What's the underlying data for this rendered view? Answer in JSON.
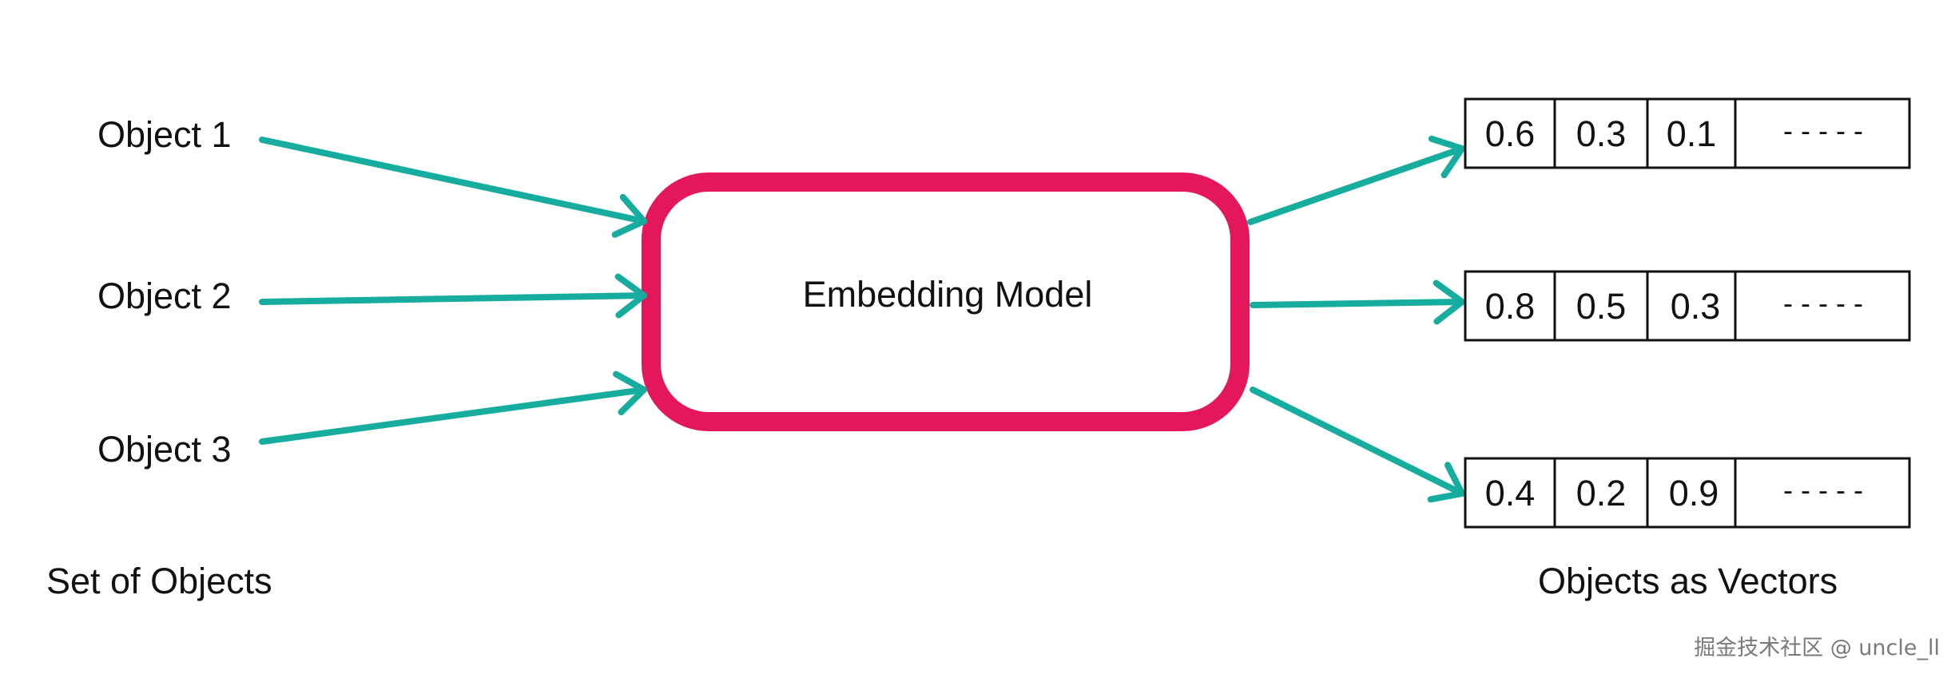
{
  "colors": {
    "background": "#ffffff",
    "arrow": "#16ad9f",
    "model_border": "#e3175a",
    "text": "#111111",
    "vector_border": "#111111",
    "watermark": "#7a7a7a"
  },
  "inputs": {
    "items": [
      {
        "label": "Object 1"
      },
      {
        "label": "Object 2"
      },
      {
        "label": "Object 3"
      }
    ],
    "caption": "Set of Objects"
  },
  "model": {
    "label": "Embedding Model"
  },
  "outputs": {
    "vectors": [
      {
        "values": [
          "0.6",
          "0.3",
          "0.1",
          "- - - - -"
        ]
      },
      {
        "values": [
          "0.8",
          "0.5",
          "0.3",
          "- - - - -"
        ]
      },
      {
        "values": [
          "0.4",
          "0.2",
          "0.9",
          "- - - - -"
        ]
      }
    ],
    "caption": "Objects as Vectors"
  },
  "watermark": "掘金技术社区 @ uncle_ll",
  "icons": {
    "arrow": "arrow-icon"
  }
}
